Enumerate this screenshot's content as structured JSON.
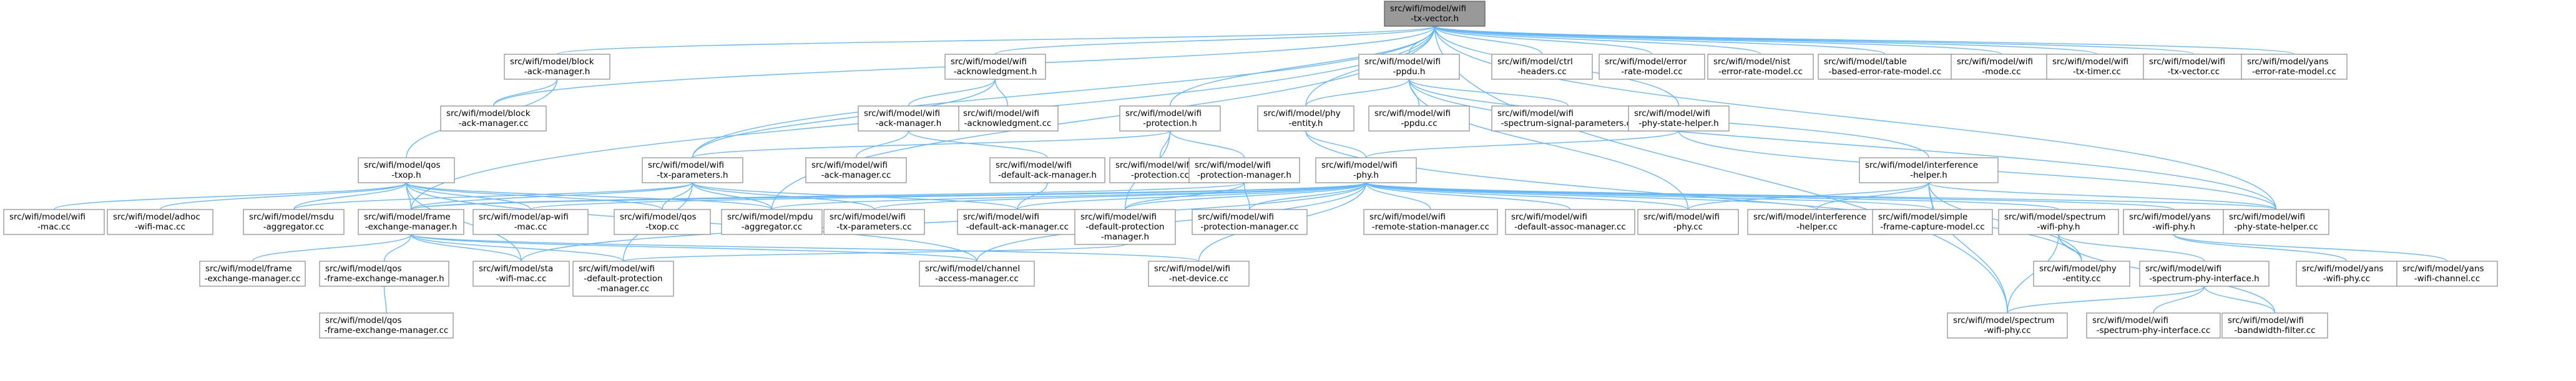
{
  "colors": {
    "edge": "#63b8ff",
    "node_border": "#999999",
    "root_fill": "#999999",
    "background": "#ffffff"
  },
  "nodes": [
    {
      "id": "txvec_h",
      "lines": [
        "src/wifi/model/wifi",
        "-tx-vector.h"
      ],
      "root": true
    },
    {
      "id": "block_ack_h",
      "lines": [
        "src/wifi/model/block",
        "-ack-manager.h"
      ]
    },
    {
      "id": "ack_h",
      "lines": [
        "src/wifi/model/wifi",
        "-acknowledgment.h"
      ]
    },
    {
      "id": "ppdu_h",
      "lines": [
        "src/wifi/model/wifi",
        "-ppdu.h"
      ]
    },
    {
      "id": "ctrl_h",
      "lines": [
        "src/wifi/model/ctrl",
        "-headers.cc"
      ]
    },
    {
      "id": "error_rate_cc",
      "lines": [
        "src/wifi/model/error",
        "-rate-model.cc"
      ]
    },
    {
      "id": "nist_cc",
      "lines": [
        "src/wifi/model/nist",
        "-error-rate-model.cc"
      ]
    },
    {
      "id": "table_cc",
      "lines": [
        "src/wifi/model/table",
        "-based-error-rate-model.cc"
      ]
    },
    {
      "id": "mode_cc",
      "lines": [
        "src/wifi/model/wifi",
        "-mode.cc"
      ]
    },
    {
      "id": "txtimer_cc",
      "lines": [
        "src/wifi/model/wifi",
        "-tx-timer.cc"
      ]
    },
    {
      "id": "txvec_cc",
      "lines": [
        "src/wifi/model/wifi",
        "-tx-vector.cc"
      ]
    },
    {
      "id": "yans_err_cc",
      "lines": [
        "src/wifi/model/yans",
        "-error-rate-model.cc"
      ]
    },
    {
      "id": "block_ack_cc",
      "lines": [
        "src/wifi/model/block",
        "-ack-manager.cc"
      ]
    },
    {
      "id": "ack_cc",
      "lines": [
        "src/wifi/model/wifi",
        "-acknowledgment.cc"
      ]
    },
    {
      "id": "ack_mgr_h",
      "lines": [
        "src/wifi/model/wifi",
        "-ack-manager.h"
      ]
    },
    {
      "id": "prot_h",
      "lines": [
        "src/wifi/model/wifi",
        "-protection.h"
      ]
    },
    {
      "id": "phy_entity_h",
      "lines": [
        "src/wifi/model/phy",
        "-entity.h"
      ]
    },
    {
      "id": "ppdu_cc",
      "lines": [
        "src/wifi/model/wifi",
        "-ppdu.cc"
      ]
    },
    {
      "id": "spectrum_sig_cc",
      "lines": [
        "src/wifi/model/wifi",
        "-spectrum-signal-parameters.cc"
      ]
    },
    {
      "id": "psh_h",
      "lines": [
        "src/wifi/model/wifi",
        "-phy-state-helper.h"
      ]
    },
    {
      "id": "qos_txop_h",
      "lines": [
        "src/wifi/model/qos",
        "-txop.h"
      ]
    },
    {
      "id": "txparams_h",
      "lines": [
        "src/wifi/model/wifi",
        "-tx-parameters.h"
      ]
    },
    {
      "id": "ack_mgr_cc",
      "lines": [
        "src/wifi/model/wifi",
        "-ack-manager.cc"
      ]
    },
    {
      "id": "def_ack_h",
      "lines": [
        "src/wifi/model/wifi",
        "-default-ack-manager.h"
      ]
    },
    {
      "id": "prot_cc",
      "lines": [
        "src/wifi/model/wifi",
        "-protection.cc"
      ]
    },
    {
      "id": "prot_mgr_h",
      "lines": [
        "src/wifi/model/wifi",
        "-protection-manager.h"
      ]
    },
    {
      "id": "phy_h",
      "lines": [
        "src/wifi/model/wifi",
        "-phy.h"
      ]
    },
    {
      "id": "intf_h",
      "lines": [
        "src/wifi/model/interference",
        "-helper.h"
      ]
    },
    {
      "id": "wifi_mac_cc",
      "lines": [
        "src/wifi/model/wifi",
        "-mac.cc"
      ]
    },
    {
      "id": "adhoc_cc",
      "lines": [
        "src/wifi/model/adhoc",
        "-wifi-mac.cc"
      ]
    },
    {
      "id": "msdu_agg_cc",
      "lines": [
        "src/wifi/model/msdu",
        "-aggregator.cc"
      ]
    },
    {
      "id": "fem_h",
      "lines": [
        "src/wifi/model/frame",
        "-exchange-manager.h"
      ]
    },
    {
      "id": "ap_mac_cc",
      "lines": [
        "src/wifi/model/ap-wifi",
        "-mac.cc"
      ]
    },
    {
      "id": "qos_txop_cc",
      "lines": [
        "src/wifi/model/qos",
        "-txop.cc"
      ]
    },
    {
      "id": "mpdu_agg_cc",
      "lines": [
        "src/wifi/model/mpdu",
        "-aggregator.cc"
      ]
    },
    {
      "id": "txparams_cc",
      "lines": [
        "src/wifi/model/wifi",
        "-tx-parameters.cc"
      ]
    },
    {
      "id": "def_ack_cc",
      "lines": [
        "src/wifi/model/wifi",
        "-default-ack-manager.cc"
      ]
    },
    {
      "id": "def_prot_h",
      "lines": [
        "src/wifi/model/wifi",
        "-default-protection",
        "-manager.h"
      ]
    },
    {
      "id": "prot_mgr_cc",
      "lines": [
        "src/wifi/model/wifi",
        "-protection-manager.cc"
      ]
    },
    {
      "id": "rsm_cc",
      "lines": [
        "src/wifi/model/wifi",
        "-remote-station-manager.cc"
      ]
    },
    {
      "id": "def_assoc_cc",
      "lines": [
        "src/wifi/model/wifi",
        "-default-assoc-manager.cc"
      ]
    },
    {
      "id": "phy_cc",
      "lines": [
        "src/wifi/model/wifi",
        "-phy.cc"
      ]
    },
    {
      "id": "intf_cc",
      "lines": [
        "src/wifi/model/interference",
        "-helper.cc"
      ]
    },
    {
      "id": "simple_cc",
      "lines": [
        "src/wifi/model/simple",
        "-frame-capture-model.cc"
      ]
    },
    {
      "id": "spec_phy_h",
      "lines": [
        "src/wifi/model/spectrum",
        "-wifi-phy.h"
      ]
    },
    {
      "id": "yans_phy_h",
      "lines": [
        "src/wifi/model/yans",
        "-wifi-phy.h"
      ]
    },
    {
      "id": "psh_cc",
      "lines": [
        "src/wifi/model/wifi",
        "-phy-state-helper.cc"
      ]
    },
    {
      "id": "frame_fem_cc",
      "lines": [
        "src/wifi/model/frame",
        "-exchange-manager.cc"
      ]
    },
    {
      "id": "qos_fem_h",
      "lines": [
        "src/wifi/model/qos",
        "-frame-exchange-manager.h"
      ]
    },
    {
      "id": "sta_mac_cc",
      "lines": [
        "src/wifi/model/sta",
        "-wifi-mac.cc"
      ]
    },
    {
      "id": "def_prot_cc",
      "lines": [
        "src/wifi/model/wifi",
        "-default-protection",
        "-manager.cc"
      ]
    },
    {
      "id": "channel_cc",
      "lines": [
        "src/wifi/model/channel",
        "-access-manager.cc"
      ]
    },
    {
      "id": "netdev_cc",
      "lines": [
        "src/wifi/model/wifi",
        "-net-device.cc"
      ]
    },
    {
      "id": "phy_entity_cc",
      "lines": [
        "src/wifi/model/phy",
        "-entity.cc"
      ]
    },
    {
      "id": "spi_h",
      "lines": [
        "src/wifi/model/wifi",
        "-spectrum-phy-interface.h"
      ]
    },
    {
      "id": "yans_phy_cc",
      "lines": [
        "src/wifi/model/yans",
        "-wifi-phy.cc"
      ]
    },
    {
      "id": "yans_chan_cc",
      "lines": [
        "src/wifi/model/yans",
        "-wifi-channel.cc"
      ]
    },
    {
      "id": "qos_fem_cc",
      "lines": [
        "src/wifi/model/qos",
        "-frame-exchange-manager.cc"
      ]
    },
    {
      "id": "spec_phy_cc",
      "lines": [
        "src/wifi/model/spectrum",
        "-wifi-phy.cc"
      ]
    },
    {
      "id": "spi_cc",
      "lines": [
        "src/wifi/model/wifi",
        "-spectrum-phy-interface.cc"
      ]
    },
    {
      "id": "bw_cc",
      "lines": [
        "src/wifi/model/wifi",
        "-bandwidth-filter.cc"
      ]
    }
  ],
  "edges": [
    [
      "txvec_h",
      "block_ack_h"
    ],
    [
      "txvec_h",
      "ack_h"
    ],
    [
      "txvec_h",
      "ppdu_h"
    ],
    [
      "txvec_h",
      "ctrl_h"
    ],
    [
      "txvec_h",
      "error_rate_cc"
    ],
    [
      "txvec_h",
      "nist_cc"
    ],
    [
      "txvec_h",
      "table_cc"
    ],
    [
      "txvec_h",
      "mode_cc"
    ],
    [
      "txvec_h",
      "txtimer_cc"
    ],
    [
      "txvec_h",
      "txvec_cc"
    ],
    [
      "txvec_h",
      "yans_err_cc"
    ],
    [
      "txvec_h",
      "block_ack_cc"
    ],
    [
      "txvec_h",
      "txparams_h"
    ],
    [
      "txvec_h",
      "fem_h"
    ],
    [
      "txvec_h",
      "prot_h"
    ],
    [
      "txvec_h",
      "phy_entity_h"
    ],
    [
      "txvec_h",
      "psh_h"
    ],
    [
      "txvec_h",
      "mpdu_agg_cc"
    ],
    [
      "txvec_h",
      "psh_cc"
    ],
    [
      "txvec_h",
      "spec_phy_cc"
    ],
    [
      "block_ack_h",
      "block_ack_cc"
    ],
    [
      "block_ack_h",
      "qos_txop_h"
    ],
    [
      "ack_h",
      "ack_cc"
    ],
    [
      "ack_h",
      "ack_mgr_h"
    ],
    [
      "ack_h",
      "txparams_h"
    ],
    [
      "ack_mgr_h",
      "ack_mgr_cc"
    ],
    [
      "ack_mgr_h",
      "def_ack_h"
    ],
    [
      "def_ack_h",
      "def_ack_cc"
    ],
    [
      "prot_h",
      "prot_cc"
    ],
    [
      "prot_h",
      "prot_mgr_h"
    ],
    [
      "prot_h",
      "txparams_h"
    ],
    [
      "prot_h",
      "def_prot_h"
    ],
    [
      "prot_mgr_h",
      "def_prot_h"
    ],
    [
      "prot_mgr_h",
      "prot_mgr_cc"
    ],
    [
      "prot_mgr_h",
      "fem_h"
    ],
    [
      "ppdu_h",
      "ppdu_cc"
    ],
    [
      "ppdu_h",
      "spectrum_sig_cc"
    ],
    [
      "ppdu_h",
      "phy_entity_h"
    ],
    [
      "ppdu_h",
      "intf_h"
    ],
    [
      "ppdu_h",
      "phy_cc"
    ],
    [
      "ppdu_h",
      "psh_cc"
    ],
    [
      "phy_entity_h",
      "phy_h"
    ],
    [
      "phy_entity_h",
      "phy_entity_cc"
    ],
    [
      "psh_h",
      "phy_h"
    ],
    [
      "psh_h",
      "psh_cc"
    ],
    [
      "qos_txop_h",
      "wifi_mac_cc"
    ],
    [
      "qos_txop_h",
      "adhoc_cc"
    ],
    [
      "qos_txop_h",
      "msdu_agg_cc"
    ],
    [
      "qos_txop_h",
      "fem_h"
    ],
    [
      "qos_txop_h",
      "ap_mac_cc"
    ],
    [
      "qos_txop_h",
      "qos_txop_cc"
    ],
    [
      "qos_txop_h",
      "mpdu_agg_cc"
    ],
    [
      "qos_txop_h",
      "sta_mac_cc"
    ],
    [
      "qos_txop_h",
      "channel_cc"
    ],
    [
      "txparams_h",
      "msdu_agg_cc"
    ],
    [
      "txparams_h",
      "fem_h"
    ],
    [
      "txparams_h",
      "qos_txop_cc"
    ],
    [
      "txparams_h",
      "mpdu_agg_cc"
    ],
    [
      "txparams_h",
      "txparams_cc"
    ],
    [
      "txparams_h",
      "def_ack_cc"
    ],
    [
      "txparams_h",
      "def_prot_cc"
    ],
    [
      "fem_h",
      "frame_fem_cc"
    ],
    [
      "fem_h",
      "qos_fem_h"
    ],
    [
      "fem_h",
      "sta_mac_cc"
    ],
    [
      "fem_h",
      "def_prot_cc"
    ],
    [
      "fem_h",
      "channel_cc"
    ],
    [
      "fem_h",
      "netdev_cc"
    ],
    [
      "qos_fem_h",
      "qos_fem_cc"
    ],
    [
      "def_prot_h",
      "def_prot_cc"
    ],
    [
      "phy_h",
      "fem_h"
    ],
    [
      "phy_h",
      "ap_mac_cc"
    ],
    [
      "phy_h",
      "mpdu_agg_cc"
    ],
    [
      "phy_h",
      "txparams_cc"
    ],
    [
      "phy_h",
      "def_ack_cc"
    ],
    [
      "phy_h",
      "def_prot_h"
    ],
    [
      "phy_h",
      "prot_mgr_cc"
    ],
    [
      "phy_h",
      "rsm_cc"
    ],
    [
      "phy_h",
      "def_assoc_cc"
    ],
    [
      "phy_h",
      "phy_cc"
    ],
    [
      "phy_h",
      "intf_cc"
    ],
    [
      "phy_h",
      "simple_cc"
    ],
    [
      "phy_h",
      "spec_phy_h"
    ],
    [
      "phy_h",
      "yans_phy_h"
    ],
    [
      "phy_h",
      "psh_cc"
    ],
    [
      "phy_h",
      "channel_cc"
    ],
    [
      "phy_h",
      "netdev_cc"
    ],
    [
      "phy_h",
      "sta_mac_cc"
    ],
    [
      "intf_h",
      "phy_cc"
    ],
    [
      "intf_h",
      "intf_cc"
    ],
    [
      "intf_h",
      "simple_cc"
    ],
    [
      "intf_h",
      "psh_cc"
    ],
    [
      "intf_h",
      "phy_entity_cc"
    ],
    [
      "intf_h",
      "spec_phy_cc"
    ],
    [
      "spec_phy_h",
      "phy_entity_cc"
    ],
    [
      "spec_phy_h",
      "spi_h"
    ],
    [
      "spec_phy_h",
      "spec_phy_cc"
    ],
    [
      "spec_phy_h",
      "bw_cc"
    ],
    [
      "spi_h",
      "spec_phy_cc"
    ],
    [
      "spi_h",
      "spi_cc"
    ],
    [
      "spi_h",
      "bw_cc"
    ],
    [
      "yans_phy_h",
      "yans_phy_cc"
    ],
    [
      "yans_phy_h",
      "yans_chan_cc"
    ]
  ]
}
